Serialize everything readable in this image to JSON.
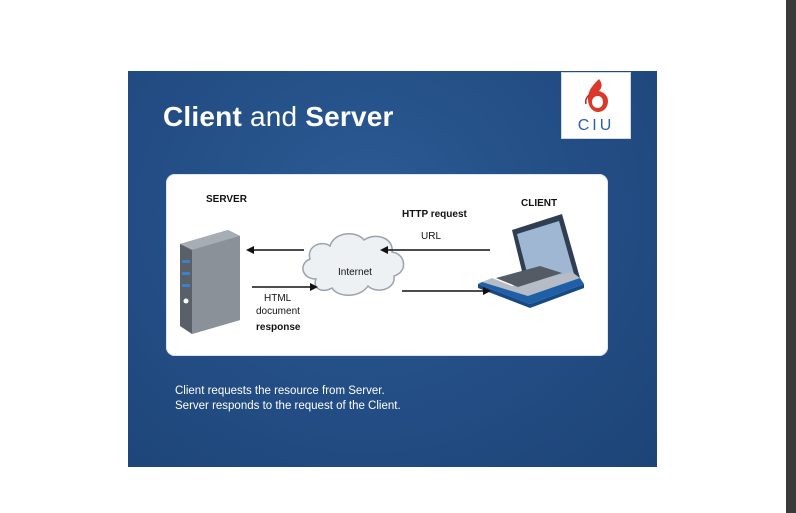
{
  "slide": {
    "title_part1": "Client",
    "title_part2": " and ",
    "title_part3": "Server",
    "logo_text": "CIU"
  },
  "diagram": {
    "server_label": "SERVER",
    "client_label": "CLIENT",
    "http_request_label": "HTTP request",
    "url_label": "URL",
    "internet_label": "Internet",
    "html_label": "HTML",
    "document_label": "document",
    "response_label": "response"
  },
  "caption": {
    "line1": "Client requests the resource from Server.",
    "line2": "Server responds to the request of the Client."
  },
  "colors": {
    "slide_bg": "#244f87",
    "logo_accent": "#d8392b",
    "logo_text": "#2b63a6"
  }
}
